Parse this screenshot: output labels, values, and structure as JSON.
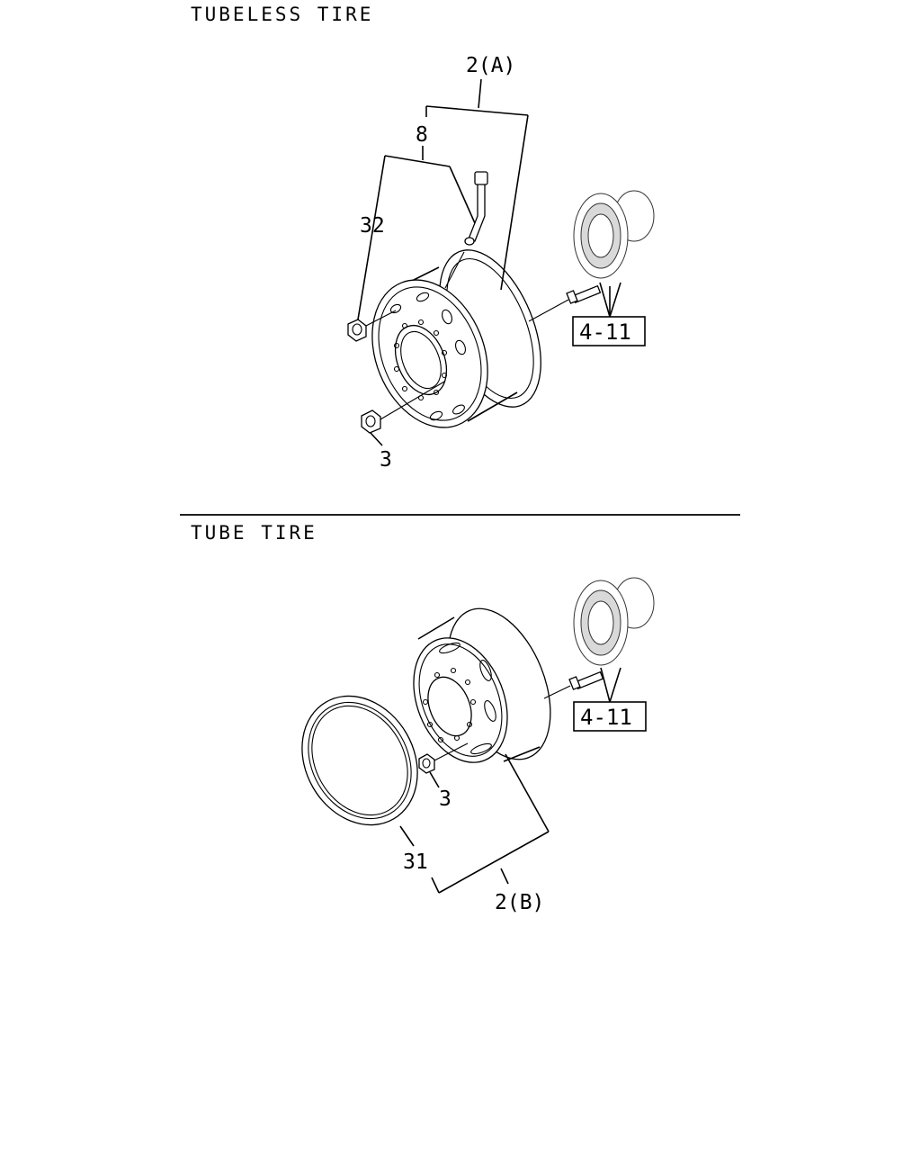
{
  "sections": [
    {
      "title": "TUBELESS TIRE",
      "callouts": [
        "2(A)",
        "8",
        "32",
        "3"
      ],
      "boxed_callout": "4-11"
    },
    {
      "title": "TUBE TIRE",
      "callouts": [
        "3",
        "31",
        "2(B)"
      ],
      "boxed_callout": "4-11"
    }
  ]
}
